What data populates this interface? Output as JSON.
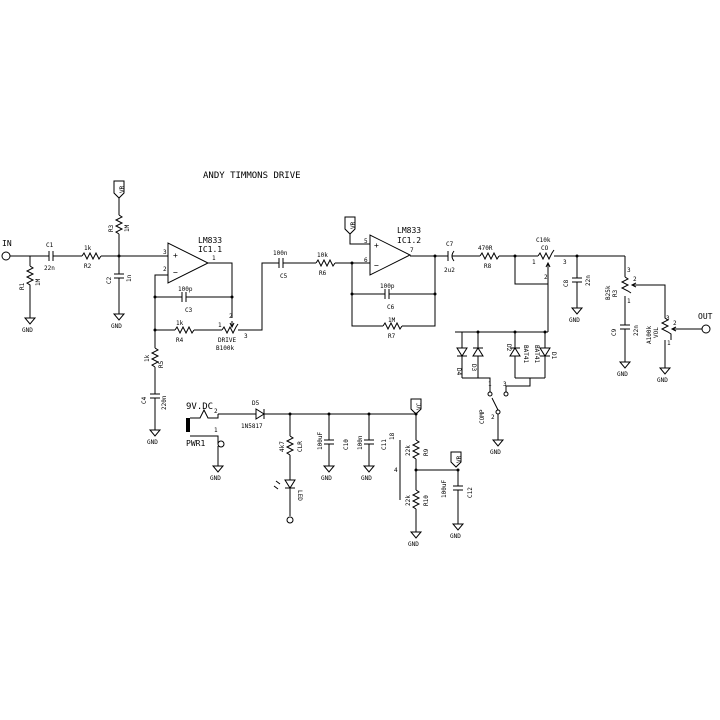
{
  "title": "ANDY TIMMONS DRIVE",
  "ports": {
    "in": "IN",
    "out": "OUT"
  },
  "supply": {
    "vr": "VR",
    "vc": "VC",
    "gnd": "GND",
    "dc_label": "9V.DC",
    "jack": "PWR1"
  },
  "opamps": {
    "ic1_1": {
      "part": "LM833",
      "ref": "IC1.1",
      "pins": [
        "3",
        "2",
        "1"
      ]
    },
    "ic1_2": {
      "part": "LM833",
      "ref": "IC1.2",
      "pins": [
        "5",
        "6",
        "7"
      ]
    }
  },
  "components": {
    "c1": {
      "ref": "C1",
      "value": "22n"
    },
    "r1": {
      "ref": "R1",
      "value": "1M"
    },
    "r2": {
      "ref": "R2",
      "value": "1k"
    },
    "r3": {
      "ref": "R3",
      "value": "1M"
    },
    "c2": {
      "ref": "C2",
      "value": "1n"
    },
    "c3": {
      "ref": "C3",
      "value": "100p"
    },
    "r4": {
      "ref": "R4",
      "value": "1k"
    },
    "drive": {
      "name": "DRIVE",
      "value": "B100k",
      "pins": [
        "1",
        "2",
        "3"
      ]
    },
    "r5": {
      "ref": "R5",
      "value": "1k"
    },
    "c4": {
      "ref": "C4",
      "value": "220n"
    },
    "c5": {
      "ref": "C5",
      "value": "100n"
    },
    "r6": {
      "ref": "R6",
      "value": "10k"
    },
    "c6": {
      "ref": "C6",
      "value": "100p"
    },
    "r7": {
      "ref": "R7",
      "value": "1M"
    },
    "c7": {
      "ref": "C7",
      "value": "2u2"
    },
    "r8": {
      "ref": "R8",
      "value": "470R"
    },
    "c10k": {
      "ref": "C10k",
      "value": "CO"
    },
    "c8": {
      "ref": "C8",
      "value": "22n"
    },
    "tone": {
      "ref": "R3",
      "value": "B25k",
      "pins": [
        "1",
        "2",
        "3"
      ]
    },
    "c9": {
      "ref": "C9",
      "value": "22n"
    },
    "vol": {
      "ref": "VOL",
      "value": "A100k",
      "pins": [
        "1",
        "2",
        "3"
      ]
    },
    "d1": {
      "ref": "D1"
    },
    "d2": {
      "ref": "D2"
    },
    "d3": {
      "ref": "D3"
    },
    "d4": {
      "ref": "D4"
    },
    "bat": {
      "a": "BAT41",
      "b": "BAT41"
    },
    "comp": {
      "name": "COMP",
      "pins": [
        "1",
        "2",
        "3"
      ]
    },
    "d5": {
      "ref": "D5",
      "value": "1N5817"
    },
    "clr": {
      "ref": "CLR",
      "value": "4k7"
    },
    "led": {
      "ref": "LED"
    },
    "c10": {
      "ref": "C10",
      "value": "100uF"
    },
    "c11": {
      "ref": "C11",
      "value": "100n"
    },
    "r9": {
      "ref": "R9",
      "value": "22k"
    },
    "r10": {
      "ref": "R10",
      "value": "22k"
    },
    "c12": {
      "ref": "C12",
      "value": "100uF"
    },
    "r9_pin": "18",
    "r9_pin4": "4"
  },
  "pin_nums": {
    "one": "1",
    "two": "2",
    "three": "3"
  }
}
